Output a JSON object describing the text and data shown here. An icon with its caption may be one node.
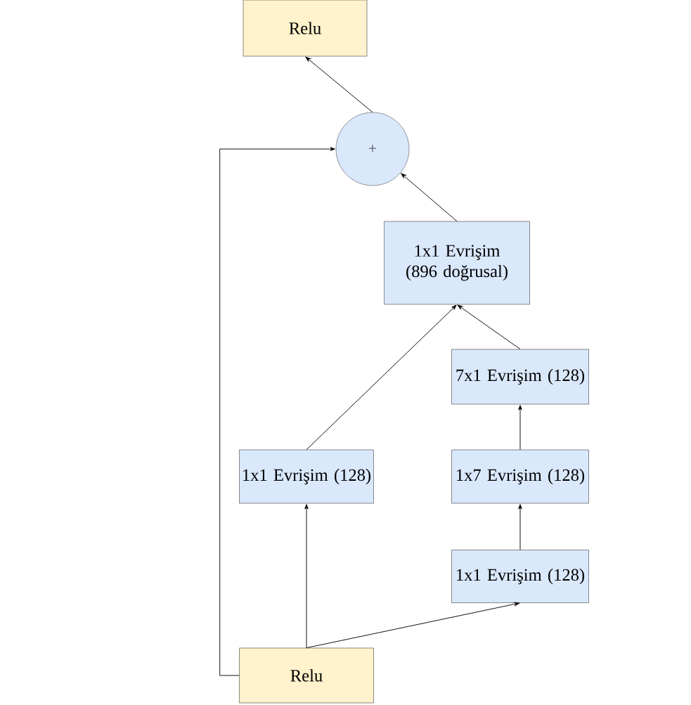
{
  "diagram": {
    "nodes": [
      {
        "text": [
          "Relu"
        ]
      },
      {
        "text": [
          "+"
        ]
      },
      {
        "text": [
          "1x1 Evrişim (896 doğrusal)"
        ]
      },
      {
        "text": [
          "7x1 Evrişim (128)"
        ]
      },
      {
        "text": [
          "1x1 Evrişim (128)"
        ]
      },
      {
        "text": [
          "1x7 Evrişim (128)"
        ]
      },
      {
        "text": [
          "1x1 Evrişim (128)"
        ]
      },
      {
        "text": [
          "Relu"
        ]
      }
    ],
    "edges": [
      {
        "from": 1,
        "to": 0,
        "arrow": "to"
      },
      {
        "from": 2,
        "to": 1,
        "arrow": "to"
      },
      {
        "from": 4,
        "to": 2,
        "arrow": "to"
      },
      {
        "from": 3,
        "to": 2,
        "arrow": "to"
      },
      {
        "from": 5,
        "to": 3,
        "arrow": "to"
      },
      {
        "from": 6,
        "to": 5,
        "arrow": "to"
      },
      {
        "from": 7,
        "to": 4,
        "arrow": "to"
      },
      {
        "from": 7,
        "to": 6,
        "arrow": "to"
      },
      {
        "from": 7,
        "to": 1,
        "arrow": "to"
      }
    ]
  }
}
